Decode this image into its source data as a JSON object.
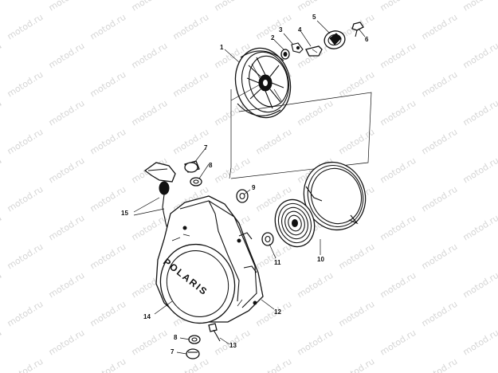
{
  "watermark": {
    "text": "motod.ru"
  },
  "callouts": {
    "c1": "1",
    "c2": "2",
    "c3": "3",
    "c4": "4",
    "c5": "5",
    "c6": "6",
    "c7a": "7",
    "c8a": "8",
    "c9": "9",
    "c10": "10",
    "c11": "11",
    "c12": "12",
    "c13": "13",
    "c14": "14",
    "c15": "15",
    "c8b": "8",
    "c7b": "7"
  },
  "housing": {
    "brand_text": "POLARIS"
  },
  "colors": {
    "ink": "#111111",
    "paper": "#ffffff",
    "watermark": "#b4b4b4"
  }
}
